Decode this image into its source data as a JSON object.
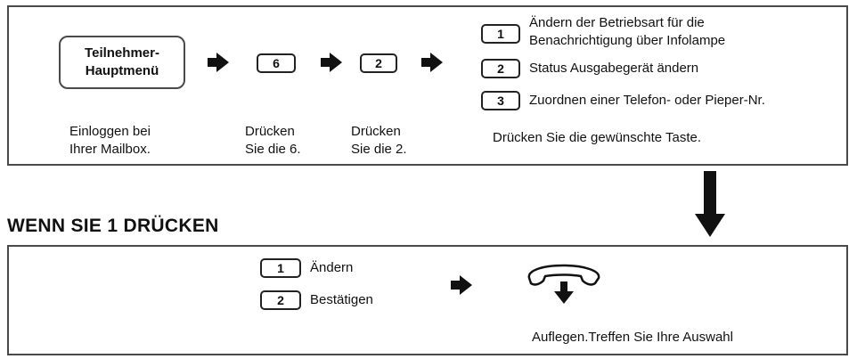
{
  "top": {
    "menu_line1": "Teilnehmer-",
    "menu_line2": "Hauptmenü",
    "step1_line1": "Einloggen bei",
    "step1_line2": "Ihrer Mailbox.",
    "key6": "6",
    "step2_line1": "Drücken",
    "step2_line2": "Sie die  6.",
    "key2": "2",
    "step3_line1": "Drücken",
    "step3_line2": "Sie die  2.",
    "options": [
      {
        "key": "1",
        "line1": "Ändern der Betriebsart für die",
        "line2": "Benachrichtigung über Infolampe"
      },
      {
        "key": "2",
        "line1": "Status Ausgabegerät ändern"
      },
      {
        "key": "3",
        "line1": "Zuordnen einer Telefon- oder Pieper-Nr."
      }
    ],
    "options_caption": "Drücken Sie die gewünschte Taste."
  },
  "heading": "WENN SIE 1 DRÜCKEN",
  "bottom": {
    "options": [
      {
        "key": "1",
        "label": "Ändern"
      },
      {
        "key": "2",
        "label": "Bestätigen"
      }
    ],
    "caption": "Auflegen.Treffen Sie Ihre Auswahl",
    "icon": "hang-up-phone-icon"
  }
}
